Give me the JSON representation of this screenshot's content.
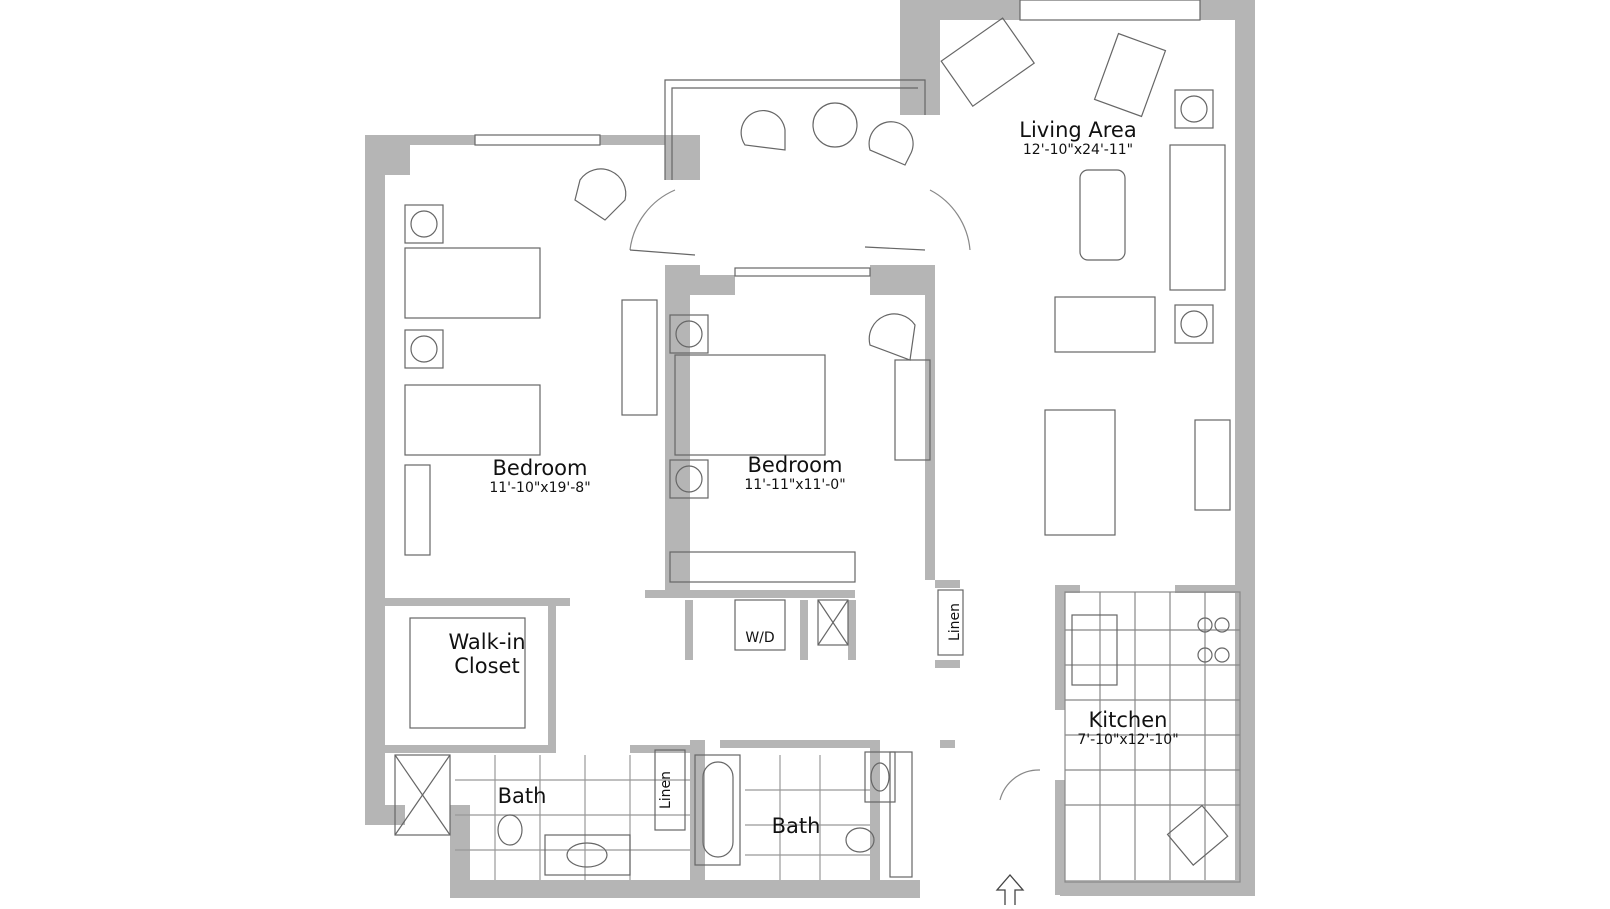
{
  "floorplan": {
    "rooms": [
      {
        "id": "living",
        "name": "Living Area",
        "dim": "12'-10\"x24'-11\""
      },
      {
        "id": "bedroom1",
        "name": "Bedroom",
        "dim": "11'-10\"x19'-8\""
      },
      {
        "id": "bedroom2",
        "name": "Bedroom",
        "dim": "11'-11\"x11'-0\""
      },
      {
        "id": "kitchen",
        "name": "Kitchen",
        "dim": "7'-10\"x12'-10\""
      },
      {
        "id": "closet",
        "name": "Walk-in",
        "name2": "Closet"
      },
      {
        "id": "bath1",
        "name": "Bath"
      },
      {
        "id": "bath2",
        "name": "Bath"
      }
    ],
    "small_labels": {
      "wd": "W/D",
      "linen1": "Linen",
      "linen2": "Linen"
    },
    "entry_icon": "arrow-up-icon",
    "colors": {
      "wall": "#b3b3b3",
      "line": "#555555",
      "bg": "#ffffff"
    }
  }
}
